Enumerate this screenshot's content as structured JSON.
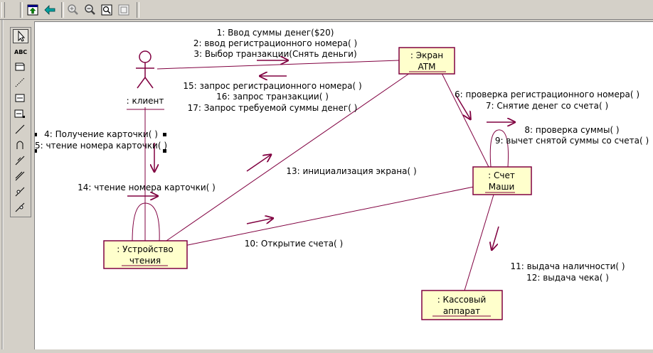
{
  "toolbar": {
    "buttons": [
      "browse-up-icon",
      "back-arrow-icon",
      "zoom-in-icon",
      "zoom-out-icon",
      "fit-in-window-icon",
      "undo-fit-icon"
    ]
  },
  "palette": {
    "tools": [
      "selection-arrow-icon",
      "text-box-icon",
      "note-icon",
      "anchor-note-icon",
      "object-icon",
      "class-instance-icon",
      "object-link-icon",
      "link-to-self-icon",
      "link-message-icon",
      "reverse-link-message-icon",
      "data-token-icon",
      "reverse-data-token-icon"
    ],
    "text_tool_label": "ABC"
  },
  "diagram": {
    "objects": {
      "client": ": клиент",
      "atm_line1": ": Экран",
      "atm_line2": "ATM",
      "account_line1": ": Счет",
      "account_line2": "Маши",
      "reader_line1": ": Устройство",
      "reader_line2": "чтения",
      "cashier_line1": ": Кассовый",
      "cashier_line2": "аппарат"
    },
    "messages": {
      "m1": "1: Ввод суммы денег($20)",
      "m2": "2: ввод регистрационного номера( )",
      "m3": "3: Выбор транзакции(Снять деньги)",
      "m15": "15: запрос регистрационного номера( )",
      "m16": "16: запрос транзакции( )",
      "m17": "17: Запрос требуемой суммы денег( )",
      "m4": "4: Получение карточки( )",
      "m5": "5: чтение номера карточки( )",
      "m14": "14: чтение номера карточки( )",
      "m13": "13: инициализация экрана( )",
      "m10": "10: Открытие счета( )",
      "m6": "6: проверка регистрационного номера( )",
      "m7": "7: Снятие денег со счета( )",
      "m8": "8: проверка суммы( )",
      "m9": "9: вычет снятой суммы со счета( )",
      "m11": "11: выдача наличности( )",
      "m12": "12: выдача чека( )"
    }
  },
  "colors": {
    "link": "#800040",
    "object_fill": "#ffffcc",
    "object_border": "#800040",
    "text": "#000000"
  }
}
